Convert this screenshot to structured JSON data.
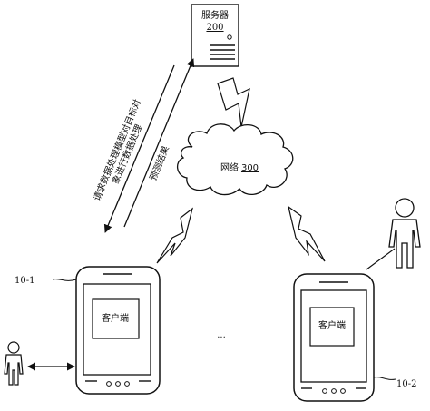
{
  "server": {
    "title": "服务器",
    "number": "200"
  },
  "network": {
    "label": "网络",
    "number": "300"
  },
  "arrows": {
    "request_line1": "请求数据处理模型对目标对",
    "request_line2": "象进行数据处理",
    "result": "预测结果"
  },
  "client_left": {
    "label": "客户端",
    "ref": "10-1"
  },
  "client_right": {
    "label": "客户端",
    "ref": "10-2"
  },
  "ellipsis": "..."
}
